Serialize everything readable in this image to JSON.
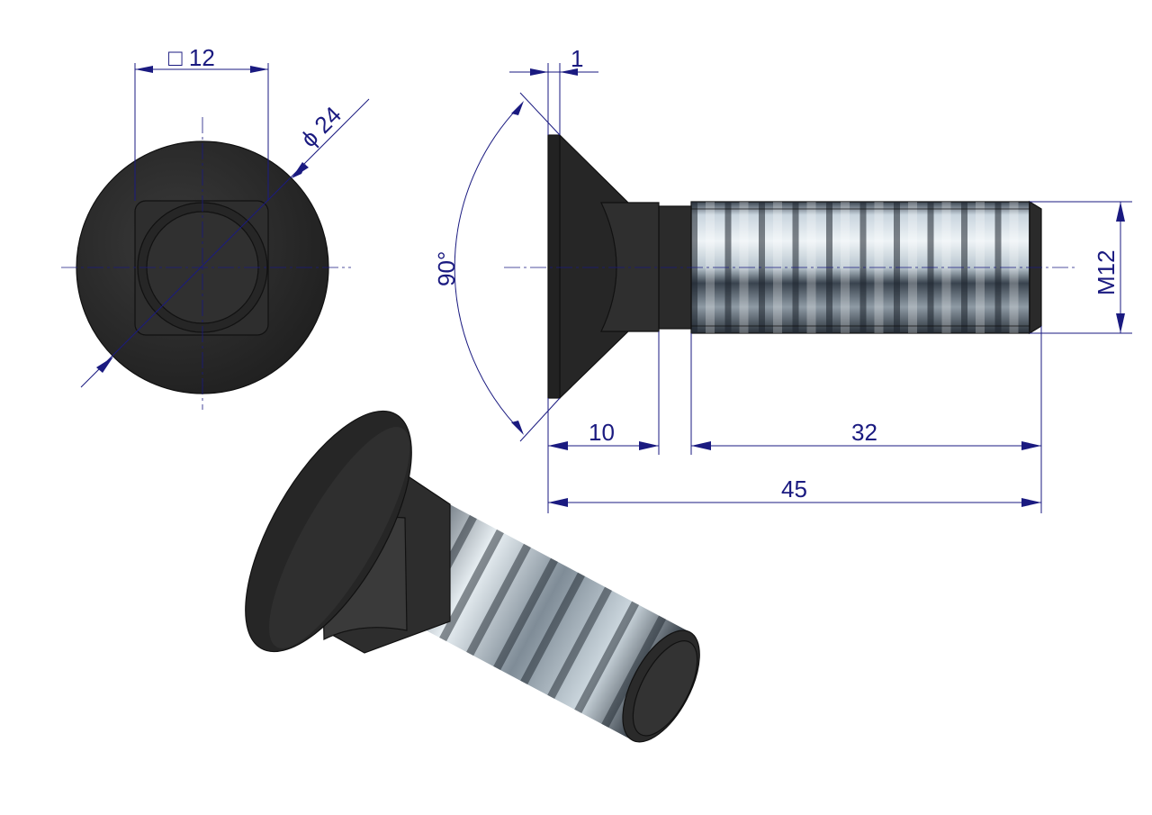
{
  "drawing": {
    "title": "Countersunk square-neck bolt M12 x 45",
    "colors": {
      "dimension": "#1a1a80",
      "body": "#2b2b2b",
      "thread_light": "#dfe8ef",
      "thread_dark": "#2a3340"
    },
    "top_view": {
      "square_label": "□ 12",
      "diameter_label": "ϕ 24"
    },
    "side_view": {
      "head_thickness_label": "1",
      "angle_label": "90°",
      "neck_length_label": "10",
      "thread_length_label": "32",
      "total_length_label": "45",
      "thread_size_label": "M12"
    }
  }
}
